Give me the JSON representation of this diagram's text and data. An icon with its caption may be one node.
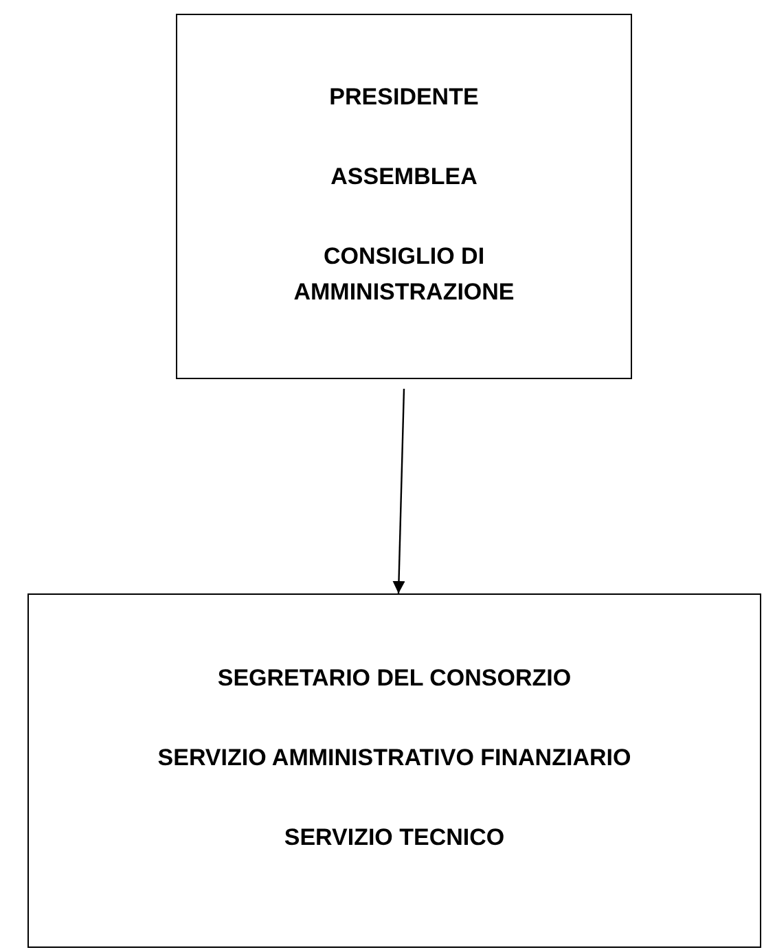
{
  "diagram": {
    "nodes": [
      {
        "text": [
          "PRESIDENTE",
          "ASSEMBLEA",
          "CONSIGLIO DI AMMINISTRAZIONE"
        ]
      },
      {
        "text": [
          "SEGRETARIO DEL CONSORZIO",
          "SERVIZIO AMMINISTRATIVO FINANZIARIO",
          "SERVIZIO TECNICO"
        ]
      }
    ],
    "edges": [
      {
        "from": 0,
        "to": 1,
        "arrow": "to"
      }
    ]
  }
}
